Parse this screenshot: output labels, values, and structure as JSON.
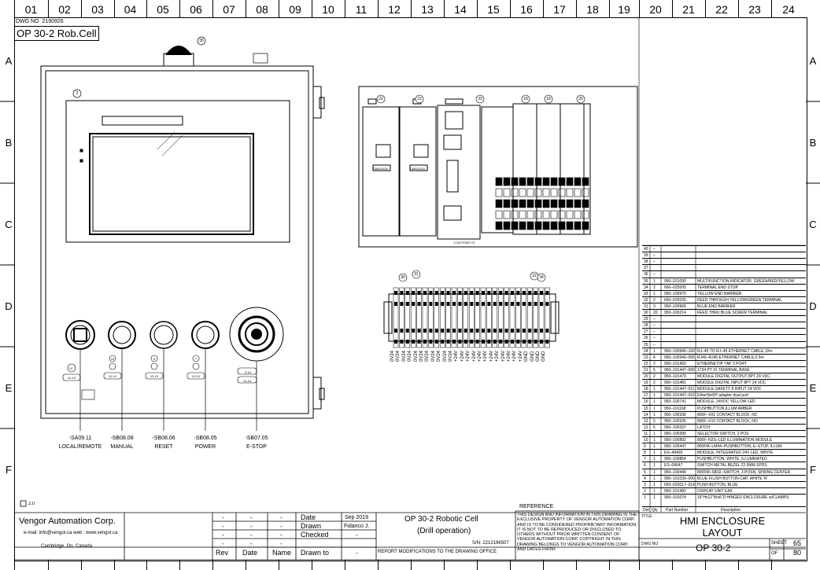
{
  "columns": [
    "01",
    "02",
    "03",
    "04",
    "05",
    "06",
    "07",
    "08",
    "09",
    "10",
    "11",
    "12",
    "13",
    "14",
    "15",
    "16",
    "17",
    "18",
    "19",
    "20",
    "21",
    "22",
    "23",
    "24"
  ],
  "rows": [
    "A",
    "B",
    "C",
    "D",
    "E",
    "F"
  ],
  "dwg_no_label": "DWG NO",
  "dwg_no_value": "2190926",
  "header_title": "OP 30-2 Rob.Cell",
  "balloons": {
    "beacon": "35",
    "hmi": "2",
    "p22": "22",
    "p33": "33",
    "p18a": "18",
    "p18b": "18",
    "p20": "20",
    "p30": "30",
    "p31": "31",
    "p32": "32",
    "p34": "34"
  },
  "buttons": [
    {
      "tag": "-SA09.11",
      "name": "LOCAL/REMOTE",
      "balloon": "11",
      "sub": "12-13"
    },
    {
      "tag": "-SB08.08",
      "name": "MANUAL",
      "balloon": "15",
      "sub": "12-13"
    },
    {
      "tag": "-SB08.06",
      "name": "RESET",
      "balloon": "5",
      "sub": "12-13"
    },
    {
      "tag": "-SB08.05",
      "name": "POWER",
      "balloon": "7",
      "sub": "12-13"
    },
    {
      "tag": "-SB07.05",
      "name": "E-STOP",
      "balloon": "9-10",
      "sub": "12-14"
    }
  ],
  "plc_labels": {
    "module_a": "CM03-024",
    "module_b": "CM03-023",
    "ethernet_note": "1734 POINT IO"
  },
  "terminal_labels": [
    "0V24",
    "0V24",
    "0V24",
    "0V24",
    "0V24",
    "0V24",
    "0V24",
    "0V24",
    "0V24",
    "0V24",
    "0V24",
    "+24V",
    "+24V",
    "+24V",
    "+24V",
    "+24V",
    "+24V",
    "+24V",
    "+24V",
    "+24V",
    "+24V",
    "+24V",
    "+24V",
    "GND",
    "GND",
    "GND",
    "GND"
  ],
  "bom": [
    {
      "n": "40",
      "q": "–",
      "part": "",
      "desc": ""
    },
    {
      "n": "39",
      "q": "–",
      "part": "",
      "desc": ""
    },
    {
      "n": "38",
      "q": "–",
      "part": "",
      "desc": ""
    },
    {
      "n": "37",
      "q": "",
      "part": "",
      "desc": ""
    },
    {
      "n": "36",
      "q": "–",
      "part": "",
      "desc": ""
    },
    {
      "n": "35",
      "q": "1",
      "part": "950–101090",
      "desc": "MULTIFUNCTION INDICATOR, GREEN/RED/YELLOW"
    },
    {
      "n": "34",
      "q": "2",
      "part": "660–025005",
      "desc": "TERMINAL END STOP"
    },
    {
      "n": "33",
      "q": "1",
      "part": "950–100970",
      "desc": "YELLOW END BARRIER"
    },
    {
      "n": "32",
      "q": "2",
      "part": "660–025026",
      "desc": "FEED THROUGH YELLOW/GREEN TERMINAL"
    },
    {
      "n": "31",
      "q": "3",
      "part": "950–100969",
      "desc": "BLUE END BARRIER"
    },
    {
      "n": "30",
      "q": "20",
      "part": "950–100214",
      "desc": "FEED THRU BLUE SCREW TERMINAL"
    },
    {
      "n": "29",
      "q": "–",
      "part": "",
      "desc": ""
    },
    {
      "n": "28",
      "q": "–",
      "part": "",
      "desc": ""
    },
    {
      "n": "27",
      "q": "–",
      "part": "",
      "desc": ""
    },
    {
      "n": "26",
      "q": "–",
      "part": "",
      "desc": ""
    },
    {
      "n": "25",
      "q": "–",
      "part": "",
      "desc": ""
    },
    {
      "n": "24",
      "q": "1",
      "part": "950–100940–100",
      "desc": "RJ–45 TO RJ–45 ETHERNET CABLE,10m"
    },
    {
      "n": "23",
      "q": "4",
      "part": "950–100940–005",
      "desc": "RJ45–RJ45 ETHERNET CABLE,0.5m"
    },
    {
      "n": "22",
      "q": "2",
      "part": "950–101450",
      "desc": "ETHERNET/IP TAP 3 PORT"
    },
    {
      "n": "21",
      "q": "5",
      "part": "950–101447–000",
      "desc": "1734 PT IO TERMINAL BASE"
    },
    {
      "n": "20",
      "q": "2",
      "part": "950–101479",
      "desc": "MODULE DIGITAL OUTPUT 8PT 24 VDC"
    },
    {
      "n": "19",
      "q": "2",
      "part": "950–101481",
      "desc": "MODULE DIGITAL INPUT 8PT 24 VDC"
    },
    {
      "n": "18",
      "q": "1",
      "part": "950–101447–011",
      "desc": "MODULE,SAFETY 8 INPUT 24 VDC"
    },
    {
      "n": "17",
      "q": "1",
      "part": "950–101447–010",
      "desc": "EtherNet/IP adapter dual port"
    },
    {
      "n": "16",
      "q": "1",
      "part": "950–100741",
      "desc": "MODULE, 24VDC YELLOW LED"
    },
    {
      "n": "15",
      "q": "1",
      "part": "950–101168",
      "desc": "PUSHBUTTON,ILLUM AMBER"
    },
    {
      "n": "14",
      "q": "1",
      "part": "950–100336",
      "desc": "800F–X01 CONTACT BLOCK, NC"
    },
    {
      "n": "13",
      "q": "5",
      "part": "950–100335",
      "desc": "800F–X10 CONTACT BLOCK, NO"
    },
    {
      "n": "12",
      "q": "5",
      "part": "950–100337",
      "desc": "LATCH"
    },
    {
      "n": "11",
      "q": "1",
      "part": "950–100395",
      "desc": "SELECTOR SWITCH, 2 POS"
    },
    {
      "n": "10",
      "q": "1",
      "part": "950–100892",
      "desc": "800F–N3S–LED ILLUMINATION MODULE"
    },
    {
      "n": "9",
      "q": "1",
      "part": "950–100447",
      "desc": "800FM–LM44–PUSHBUTTON, E–STOP, ILLUM"
    },
    {
      "n": "8",
      "q": "1",
      "part": "ES–49430",
      "desc": "MODULE, INTEGRATED 24V LED, WHITE"
    },
    {
      "n": "7",
      "q": "1",
      "part": "950–100854",
      "desc": "PUSHBUTTON, WHITE, ILLUMINATED"
    },
    {
      "n": "6",
      "q": "1",
      "part": "ES–09647",
      "desc": "SWITCH METAL BEZEL 22.5MM SPDS"
    },
    {
      "n": "5",
      "q": "1",
      "part": "950–100449",
      "desc": "800FM–SB32–SWITCH, 3 POSN, SPRING CENTER"
    },
    {
      "n": "4",
      "q": "1",
      "part": "950–101030–000",
      "desc": "BLUE FLUSH BUTTON CAP, WHITE 'R'"
    },
    {
      "n": "3",
      "q": "1",
      "part": "660–020017–014",
      "desc": "PUSH BUTTON, BLUE"
    },
    {
      "n": "2",
      "q": "1",
      "part": "950–101482",
      "desc": "DISPLAY UNIT EA9"
    },
    {
      "n": "1",
      "q": "1",
      "part": "950–101074",
      "desc": "16\"Hx12\"Wx6\"D HINGED ENCLOSURE w/CLAMPS"
    }
  ],
  "bom_header": {
    "det": "Det",
    "qty": "Qty",
    "part": "Part Number",
    "desc": "Description"
  },
  "title_block": {
    "company": "Vengor Automation Corp.",
    "contact": "e-mail: info@vengor.ca web : www.vengor.ca",
    "location": "Cambridge ,On, Canada",
    "rev_header": [
      "Rev",
      "Date",
      "Name",
      "Drawn to"
    ],
    "date_label": "Date",
    "date_value": "Sep 2019",
    "drawn_label": "Drawn",
    "drawn_value": "Fidanco J.",
    "checked_label": "Checked",
    "project_line1": "OP 30-2 Robotic Cell",
    "project_line2": "(Drill operation)",
    "sn": "S/N: 2212196507",
    "reference": "REFERENCE",
    "report_note": "REPORT MODIFICATIONS TO THE DRAWING OFFICE",
    "disclaimer": "THIS DESIGN AND INFORMATION IN THIS DRAWING IS THE EXCLUSIVE PROPERTY OF VENGOR AUTOMATION CORP. AND IS TO BE CONSIDERED PROPRIETARY INFORMATION. IT IS NOT TO BE REPRODUCED OR DISCLOSED TO OTHERS WITHOUT PRIOR WRITTEN CONSENT OF VENGOR AUTOMATION CORP. COPYRIGHT IN THIS DRAWING BELONGS TO VENGOR AUTOMATION CORP. AND DATES FROM:",
    "title_label": "TITLE",
    "title_line1": "HMI ENCLOSURE",
    "title_line2": "LAYOUT",
    "dwg_label": "DWG NO",
    "dwg_value": "OP 30-2",
    "sheet_label": "SHEET",
    "sheet_value": "65",
    "of_label": "OF",
    "of_value": "80",
    "dash": "-"
  },
  "revision_note": "2.0"
}
